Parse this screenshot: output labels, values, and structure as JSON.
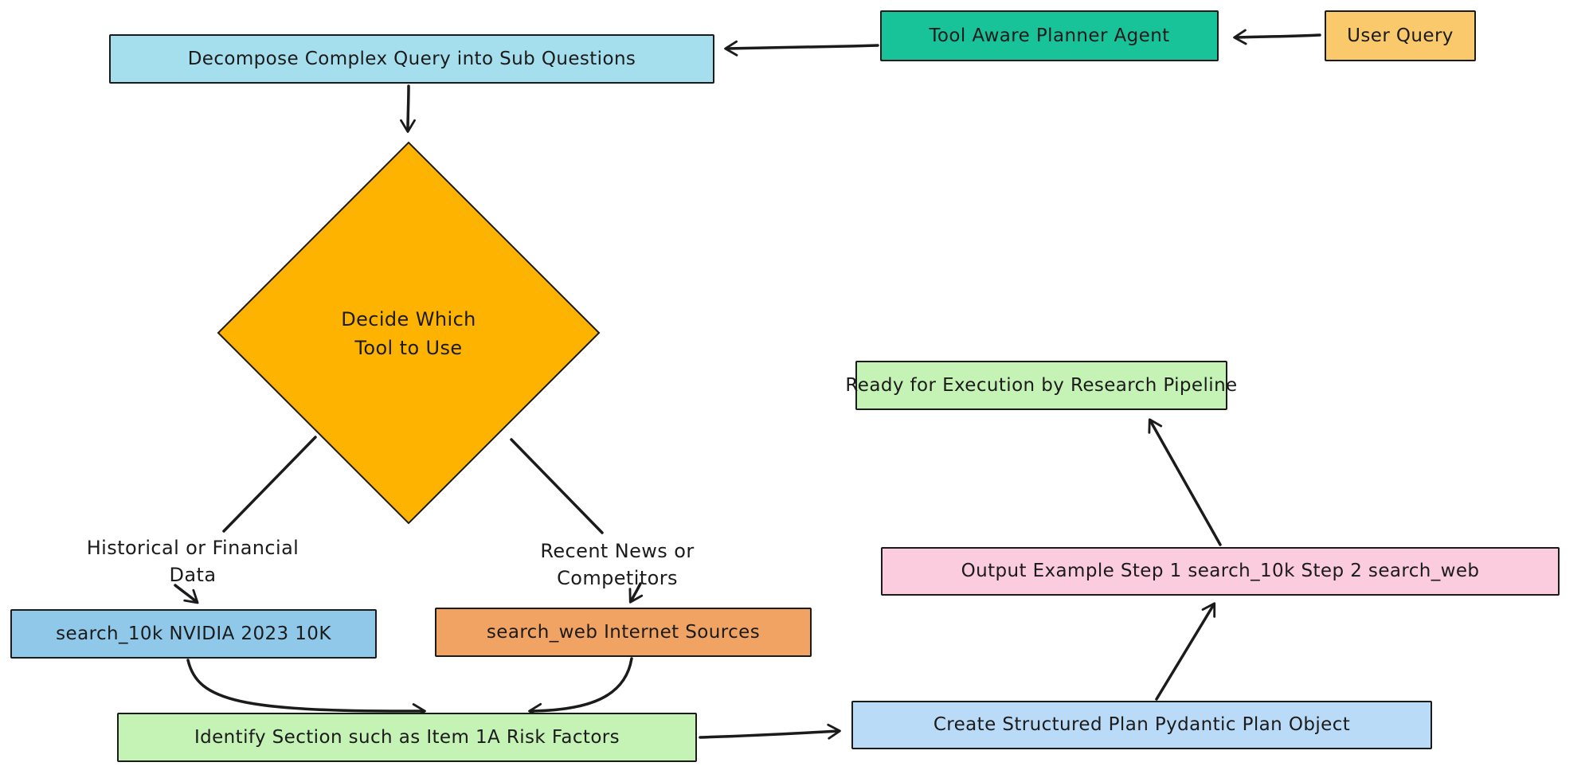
{
  "diagram": {
    "background_color": "#ffffff",
    "stroke_color": "#1b1b1b",
    "nodes": {
      "user_query": {
        "label": "User Query",
        "color": "#f9c96c"
      },
      "planner": {
        "label": "Tool Aware Planner Agent",
        "color": "#18c39a"
      },
      "decompose": {
        "label": "Decompose Complex Query into Sub Questions",
        "color": "#a5dfee"
      },
      "decide": {
        "label_line1": "Decide Which",
        "label_line2": "Tool to Use",
        "color": "#feb301"
      },
      "search_10k": {
        "label": "search_10k NVIDIA 2023 10K",
        "color": "#8fc8e8"
      },
      "search_web": {
        "label": "search_web Internet Sources",
        "color": "#f0a363"
      },
      "identify": {
        "label": "Identify Section such as Item 1A Risk Factors",
        "color": "#c5f2b5"
      },
      "create_plan": {
        "label": "Create Structured Plan Pydantic Plan Object",
        "color": "#badbf8"
      },
      "output_example": {
        "label": "Output Example Step 1 search_10k Step 2 search_web",
        "color": "#fbcbde"
      },
      "ready": {
        "label": "Ready for Execution by Research Pipeline",
        "color": "#c5f2b5"
      }
    },
    "edge_labels": {
      "historical": {
        "line1": "Historical or Financial",
        "line2": "Data"
      },
      "recent": {
        "line1": "Recent News or",
        "line2": "Competitors"
      }
    }
  }
}
